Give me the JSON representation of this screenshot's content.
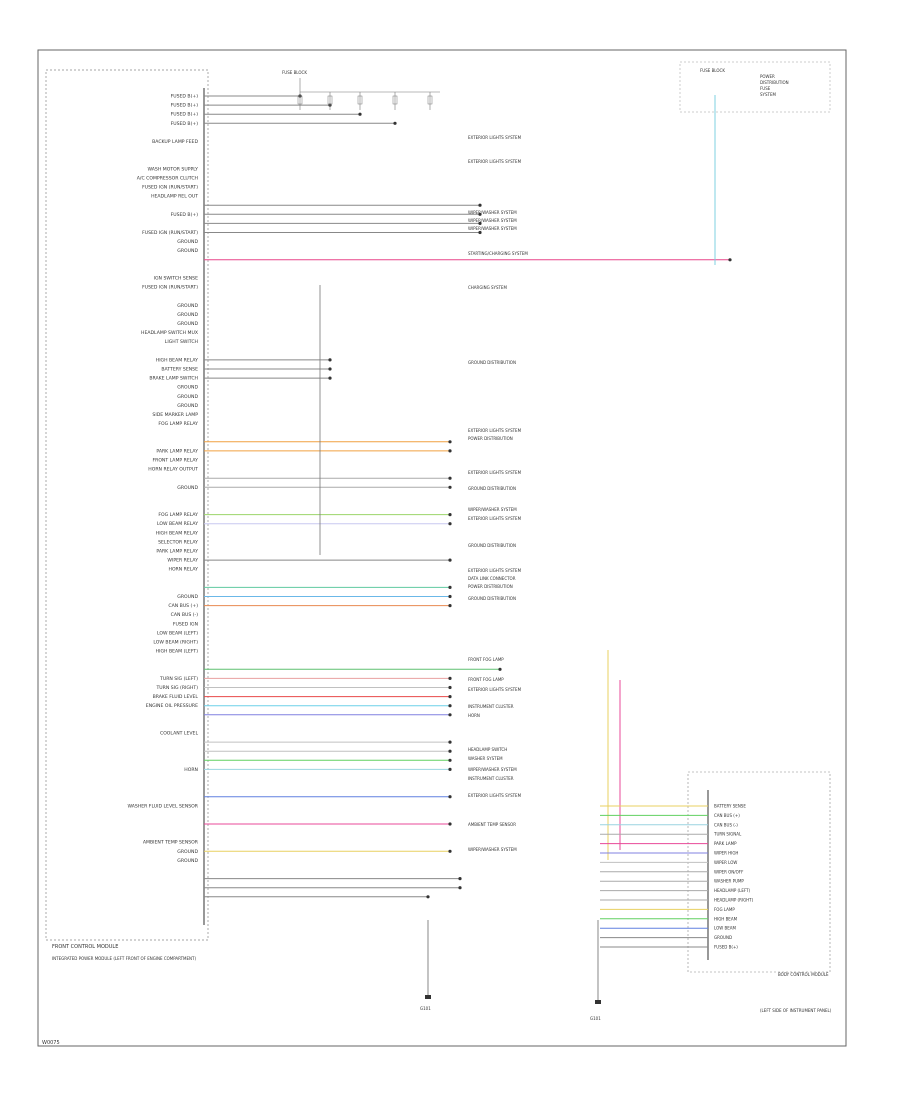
{
  "connector_label": "FRONT CONTROL MODULE",
  "module_caption": "INTEGRATED POWER MODULE (LEFT FRONT OF ENGINE COMPARTMENT)",
  "figure_code": "W0075",
  "fuse_block_label": "FUSE BLOCK",
  "ground_label": "G101",
  "left_pin_labels": [
    "FUSED B(+)",
    "FUSED B(+)",
    "FUSED B(+)",
    "FUSED B(+)",
    "",
    "BACKUP LAMP FEED",
    "",
    "",
    "WASH MOTOR SUPPLY",
    "A/C COMPRESSOR CLUTCH",
    "FUSED IGN (RUN/START)",
    "HEADLAMP REL OUT",
    "",
    "FUSED B(+)",
    "",
    "FUSED IGN (RUN/START)",
    "GROUND",
    "GROUND",
    "",
    "",
    "IGN SWITCH SENSE",
    "FUSED IGN (RUN/START)",
    "",
    "GROUND",
    "GROUND",
    "GROUND",
    "HEADLAMP SWITCH MUX",
    "LIGHT SWITCH",
    "",
    "HIGH BEAM RELAY",
    "BATTERY SENSE",
    "BRAKE LAMP SWITCH",
    "GROUND",
    "GROUND",
    "GROUND",
    "SIDE MARKER LAMP",
    "FOG LAMP RELAY",
    "",
    "",
    "PARK LAMP RELAY",
    "FRONT LAMP RELAY",
    "HORN RELAY OUTPUT",
    "",
    "GROUND",
    "",
    "",
    "FOG LAMP RELAY",
    "LOW BEAM RELAY",
    "HIGH BEAM RELAY",
    "SELECTOR RELAY",
    "PARK LAMP RELAY",
    "WIPER RELAY",
    "HORN RELAY",
    "",
    "",
    "GROUND",
    "CAN BUS (+)",
    "CAN BUS (-)",
    "FUSED IGN",
    "LOW BEAM (LEFT)",
    "LOW BEAM (RIGHT)",
    "HIGH BEAM (LEFT)",
    "",
    "",
    "TURN SIG (LEFT)",
    "TURN SIG (RIGHT)",
    "BRAKE FLUID LEVEL",
    "ENGINE OIL PRESSURE",
    "",
    "",
    "COOLANT LEVEL",
    "",
    "",
    "",
    "HORN",
    "",
    "",
    "",
    "WASHER FLUID LEVEL SENSOR",
    "",
    "",
    "",
    "AMBIENT TEMP SENSOR",
    "GROUND",
    "GROUND"
  ],
  "right_dest_labels": [
    "EXTERIOR LIGHTS SYSTEM",
    "EXTERIOR LIGHTS SYSTEM",
    "WIPER/WASHER SYSTEM",
    "WIPER/WASHER SYSTEM",
    "WIPER/WASHER SYSTEM",
    "STARTING/CHARGING SYSTEM",
    "CHARGING SYSTEM",
    "GROUND DISTRIBUTION",
    "EXTERIOR LIGHTS SYSTEM",
    "POWER DISTRIBUTION",
    "EXTERIOR LIGHTS SYSTEM",
    "GROUND DISTRIBUTION",
    "WIPER/WASHER SYSTEM",
    "EXTERIOR LIGHTS SYSTEM",
    "GROUND DISTRIBUTION",
    "EXTERIOR LIGHTS SYSTEM",
    "DATA LINK CONNECTOR",
    "POWER DISTRIBUTION",
    "GROUND DISTRIBUTION",
    "FRONT FOG LAMP",
    "FRONT FOG LAMP",
    "EXTERIOR LIGHTS SYSTEM",
    "INSTRUMENT CLUSTER",
    "HORN",
    "HEADLAMP SWITCH",
    "WASHER SYSTEM",
    "WIPER/WASHER SYSTEM",
    "INSTRUMENT CLUSTER",
    "EXTERIOR LIGHTS SYSTEM",
    "AMBIENT TEMP SENSOR",
    "WIPER/WASHER SYSTEM"
  ],
  "right_module_pins": [
    "BATTERY SENSE",
    "CAN BUS (+)",
    "CAN BUS (-)",
    "TURN SIGNAL",
    "PARK LAMP",
    "WIPER HIGH",
    "WIPER LOW",
    "WIPER ON/OFF",
    "WASHER PUMP",
    "HEADLAMP (LEFT)",
    "HEADLAMP (RIGHT)",
    "FOG LAMP",
    "HIGH BEAM",
    "LOW BEAM",
    "GROUND",
    "FUSED B(+)"
  ],
  "right_module_label": "BODY CONTROL MODULE",
  "right_module_loc": "(LEFT SIDE OF INSTRUMENT PANEL)",
  "top_right_label": "FUSE BLOCK",
  "top_right_sub": [
    "POWER",
    "DISTRIBUTION",
    "FUSE",
    "SYSTEM"
  ]
}
